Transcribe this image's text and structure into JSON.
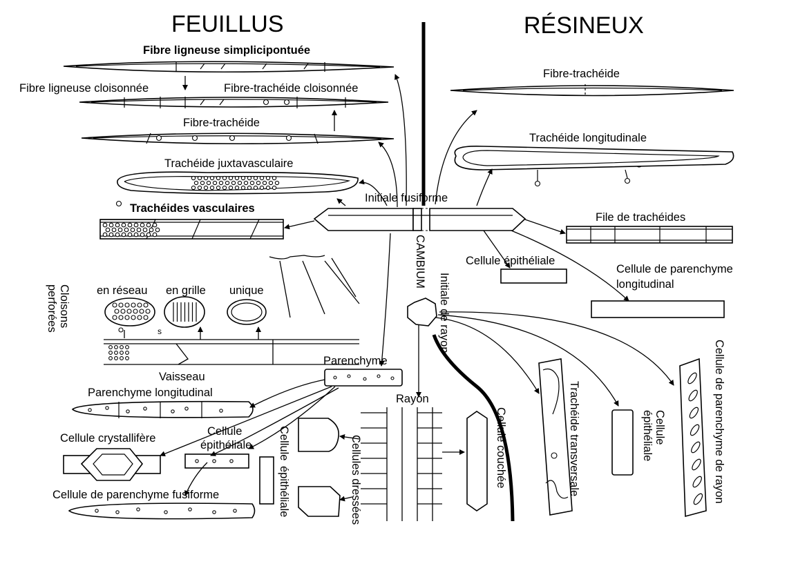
{
  "headings": {
    "left": "FEUILLUS",
    "right": "RÉSINEUX"
  },
  "center": {
    "initiale_fusiforme": "Initiale fusiforme",
    "cambium": "CAMBIUM",
    "initiale_de_rayon": "Initiale de rayon"
  },
  "feuillus": {
    "fibre_simplicipontuee": "Fibre ligneuse simplicipontuée",
    "fibre_cloisonnee": "Fibre ligneuse cloisonnée",
    "fibre_tracheide_cloisonnee": "Fibre-trachéide cloisonnée",
    "fibre_tracheide": "Fibre-trachéide",
    "tracheide_juxtavasculaire": "Trachéide juxtavasculaire",
    "tracheides_vasculaires": "Trachéides vasculaires",
    "cloisons_perforees": "Cloisons perforées",
    "en_reseau": "en réseau",
    "en_grille": "en grille",
    "unique": "unique",
    "s_mark": "s",
    "vaisseau": "Vaisseau",
    "parenchyme": "Parenchyme",
    "parenchyme_longitudinal": "Parenchyme longitudinal",
    "cellule_crystallifere": "Cellule crystallifère",
    "cellule_epitheliale": "Cellule épithéliale",
    "cellule_parenchyme_fusiforme": "Cellule de parenchyme fusiforme",
    "rayon": "Rayon",
    "cellule_epitheliale_ray": "Cellule épithéliale",
    "cellules_dressees": "Cellules dressées",
    "cellule_couchee": "Cellule couchée"
  },
  "resineux": {
    "fibre_tracheide": "Fibre-trachéide",
    "tracheide_longitudinale": "Trachéide longitudinale",
    "file_de_tracheides": "File de trachéides",
    "cellule_epitheliale": "Cellule épithéliale",
    "cellule_parenchyme_longitudinal": "Cellule de parenchyme longitudinal",
    "tracheide_transversale": "Trachéide transversale",
    "cellule_epitheliale_ray": "Cellule épithéliale",
    "cellule_parenchyme_rayon": "Cellule de parenchyme de rayon"
  }
}
